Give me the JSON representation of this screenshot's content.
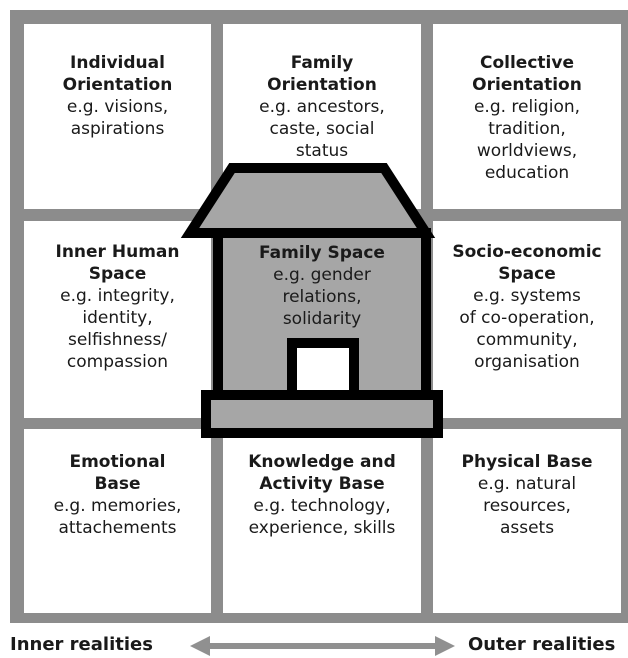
{
  "cells": {
    "individual": {
      "title": [
        "Individual",
        "Orientation"
      ],
      "desc": [
        "e.g. visions,",
        "aspirations"
      ]
    },
    "family": {
      "title": [
        "Family",
        "Orientation"
      ],
      "desc": [
        "e.g. ancestors,",
        "caste, social",
        "status"
      ]
    },
    "collective": {
      "title": [
        "Collective",
        "Orientation"
      ],
      "desc": [
        "e.g. religion,",
        "tradition,",
        "worldviews,",
        "education"
      ]
    },
    "inner_human": {
      "title": [
        "Inner Human",
        "Space"
      ],
      "desc": [
        "e.g. integrity,",
        "identity,",
        "selfishness/",
        "compassion"
      ]
    },
    "family_space": {
      "title": [
        "Family Space"
      ],
      "desc": [
        "e.g. gender",
        "relations,",
        "solidarity"
      ]
    },
    "socio_economic": {
      "title": [
        "Socio-economic",
        "Space"
      ],
      "desc": [
        "e.g. systems",
        "of co-operation,",
        "community,",
        "organisation"
      ]
    },
    "emotional": {
      "title": [
        "Emotional",
        "Base"
      ],
      "desc": [
        "e.g. memories,",
        "attachements"
      ]
    },
    "knowledge": {
      "title": [
        "Knowledge and",
        "Activity Base"
      ],
      "desc": [
        "e.g. technology,",
        "experience, skills"
      ]
    },
    "physical": {
      "title": [
        "Physical Base"
      ],
      "desc": [
        "e.g. natural",
        "resources,",
        "assets"
      ]
    }
  },
  "axis": {
    "left": "Inner realities",
    "right": "Outer realities"
  },
  "colors": {
    "grid": "#8c8c8c",
    "house_fill": "#a6a6a6",
    "house_stroke": "#000000",
    "arrow": "#909090"
  }
}
